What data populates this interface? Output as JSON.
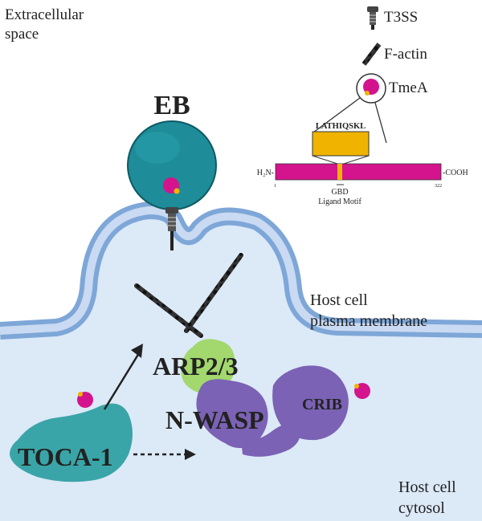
{
  "regions": {
    "extracellular": [
      "Extracellular",
      "space"
    ],
    "membrane": [
      "Host cell",
      "plasma membrane"
    ],
    "cytosol": [
      "Host cell",
      "cytosol"
    ]
  },
  "legend": {
    "t3ss": "T3SS",
    "factin": "F-actin",
    "tmea": "TmeA"
  },
  "bacterium": {
    "label": "EB"
  },
  "protein_map": {
    "sequence": "LATHIQSKL",
    "n_term": "H₂N-",
    "c_term": "-COOH",
    "start": "1",
    "end": "322",
    "motif_name": "GBD",
    "motif_caption": "Ligand Motif"
  },
  "proteins": {
    "arp": "ARP2/3",
    "nwasp": "N-WASP",
    "crib": "CRIB",
    "toca": "TOCA-1"
  },
  "colors": {
    "membrane_outer": "#7ea7d8",
    "membrane_inner": "#c9daf2",
    "cytosol": "#dce9f7",
    "eb": "#1e8c99",
    "tmea": "#d4148c",
    "tmea_dot": "#f0b400",
    "gbd_box": "#f0b400",
    "arp": "#a2d86d",
    "nwasp": "#7b62b5",
    "toca": "#3aa5a8"
  }
}
